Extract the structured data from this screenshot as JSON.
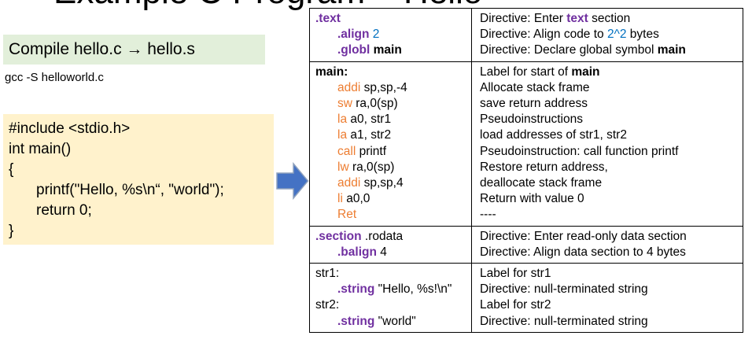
{
  "title": "Example C Program – Hello",
  "left_panel": {
    "compile_heading": "Compile hello.c → hello.s",
    "gcc_command": "gcc -S helloworld.c",
    "c_code": [
      {
        "ind": 0,
        "t": "#include <stdio.h>"
      },
      {
        "ind": 0,
        "t": "int main()"
      },
      {
        "ind": 0,
        "t": "{"
      },
      {
        "ind": 1,
        "t": "printf(\"Hello, %s\\n“, \"world\");"
      },
      {
        "ind": 1,
        "t": "return 0;"
      },
      {
        "ind": 0,
        "t": "}"
      }
    ]
  },
  "arrow": {
    "name": "right-block-arrow",
    "fill": "#4472c4",
    "border": "#8fa2bd"
  },
  "colors": {
    "directive_purple": "#7030a0",
    "number_blue": "#0070c0",
    "instruction_orange": "#ed7d31",
    "compile_box_green": "#e2efda",
    "code_box_yellow": "#fff2cc"
  },
  "table": {
    "rows": [
      {
        "left": [
          {
            "ind": 0,
            "tok": [
              {
                "t": ".text",
                "s": "dir"
              }
            ]
          },
          {
            "ind": 1,
            "tok": [
              {
                "t": ".align",
                "s": "dir"
              },
              {
                "t": " "
              },
              {
                "t": "2",
                "s": "num"
              }
            ]
          },
          {
            "ind": 1,
            "tok": [
              {
                "t": ".globl",
                "s": "dir"
              },
              {
                "t": " "
              },
              {
                "t": "main",
                "s": "bold"
              }
            ]
          }
        ],
        "right": [
          {
            "ind": 0,
            "tok": [
              {
                "t": "Directive: Enter "
              },
              {
                "t": "text",
                "s": "dir"
              },
              {
                "t": " section"
              }
            ]
          },
          {
            "ind": 0,
            "tok": [
              {
                "t": "Directive: Align code to "
              },
              {
                "t": "2^2",
                "s": "num"
              },
              {
                "t": " bytes"
              }
            ]
          },
          {
            "ind": 0,
            "tok": [
              {
                "t": "Directive: Declare global symbol "
              },
              {
                "t": "main",
                "s": "bold"
              }
            ]
          }
        ]
      },
      {
        "left": [
          {
            "ind": 0,
            "tok": [
              {
                "t": "main:",
                "s": "bold"
              }
            ]
          },
          {
            "ind": 1,
            "tok": [
              {
                "t": "addi",
                "s": "op"
              },
              {
                "t": " sp,sp,-4"
              }
            ]
          },
          {
            "ind": 1,
            "tok": [
              {
                "t": "sw",
                "s": "op"
              },
              {
                "t": " ra,0(sp)"
              }
            ]
          },
          {
            "ind": 1,
            "tok": [
              {
                "t": "la",
                "s": "op"
              },
              {
                "t": " a0, str1"
              }
            ]
          },
          {
            "ind": 1,
            "tok": [
              {
                "t": "la",
                "s": "op"
              },
              {
                "t": " a1, str2"
              }
            ]
          },
          {
            "ind": 1,
            "tok": [
              {
                "t": "call",
                "s": "op"
              },
              {
                "t": " printf"
              }
            ]
          },
          {
            "ind": 1,
            "tok": [
              {
                "t": "lw",
                "s": "op"
              },
              {
                "t": " ra,0(sp)"
              }
            ]
          },
          {
            "ind": 1,
            "tok": [
              {
                "t": "addi",
                "s": "op"
              },
              {
                "t": " sp,sp,4"
              }
            ]
          },
          {
            "ind": 1,
            "tok": [
              {
                "t": "li",
                "s": "op"
              },
              {
                "t": " a0,0"
              }
            ]
          },
          {
            "ind": 1,
            "tok": [
              {
                "t": "Ret",
                "s": "op"
              }
            ]
          }
        ],
        "right": [
          {
            "ind": 0,
            "tok": [
              {
                "t": "Label for start of "
              },
              {
                "t": "main",
                "s": "bold"
              }
            ]
          },
          {
            "ind": 0,
            "tok": [
              {
                "t": "Allocate stack frame"
              }
            ]
          },
          {
            "ind": 0,
            "tok": [
              {
                "t": "save return address"
              }
            ]
          },
          {
            "ind": 0,
            "tok": [
              {
                "t": "Pseudoinstructions"
              }
            ]
          },
          {
            "ind": 0,
            "tok": [
              {
                "t": "load addresses of str1, str2"
              }
            ]
          },
          {
            "ind": 0,
            "tok": [
              {
                "t": "Pseudoinstruction: call function printf"
              }
            ]
          },
          {
            "ind": 0,
            "tok": [
              {
                "t": "Restore return address,"
              }
            ]
          },
          {
            "ind": 0,
            "tok": [
              {
                "t": "deallocate stack frame"
              }
            ]
          },
          {
            "ind": 0,
            "tok": [
              {
                "t": "Return with value 0"
              }
            ]
          },
          {
            "ind": 0,
            "tok": [
              {
                "t": "----"
              }
            ]
          }
        ]
      },
      {
        "left": [
          {
            "ind": 0,
            "tok": [
              {
                "t": ".section",
                "s": "dir"
              },
              {
                "t": " .rodata"
              }
            ]
          },
          {
            "ind": 1,
            "tok": [
              {
                "t": ".balign",
                "s": "dir"
              },
              {
                "t": " 4"
              }
            ]
          }
        ],
        "right": [
          {
            "ind": 0,
            "tok": [
              {
                "t": "Directive: Enter read-only data section"
              }
            ]
          },
          {
            "ind": 0,
            "tok": [
              {
                "t": "Directive: Align data section to 4 bytes"
              }
            ]
          }
        ]
      },
      {
        "left": [
          {
            "ind": 0,
            "tok": [
              {
                "t": "str1:"
              }
            ]
          },
          {
            "ind": 1,
            "tok": [
              {
                "t": ".string",
                "s": "dir"
              },
              {
                "t": " \"Hello, %s!\\n\""
              }
            ]
          },
          {
            "ind": 0,
            "tok": [
              {
                "t": "str2:"
              }
            ]
          },
          {
            "ind": 1,
            "tok": [
              {
                "t": ".string",
                "s": "dir"
              },
              {
                "t": " \"world\""
              }
            ]
          }
        ],
        "right": [
          {
            "ind": 0,
            "tok": [
              {
                "t": "Label for str1"
              }
            ]
          },
          {
            "ind": 0,
            "tok": [
              {
                "t": "Directive: null-terminated string"
              }
            ]
          },
          {
            "ind": 0,
            "tok": [
              {
                "t": "Label for str2"
              }
            ]
          },
          {
            "ind": 0,
            "tok": [
              {
                "t": "Directive: null-terminated string"
              }
            ]
          }
        ]
      }
    ]
  }
}
